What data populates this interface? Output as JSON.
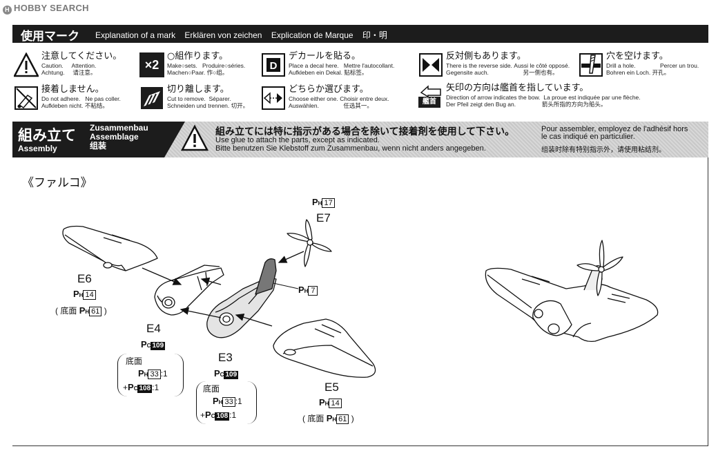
{
  "watermark": "HOBBY SEARCH",
  "mark_bar": {
    "title_jp": "使用マーク",
    "langs": [
      "Explanation of a mark",
      "Erklären von zeichen",
      "Explication  de Marque",
      "印・明"
    ]
  },
  "legend": {
    "caution": {
      "jp": "注意してください。",
      "en": "Caution.",
      "fr": "Attention.",
      "de": "Achtung.",
      "cn": "请注意。"
    },
    "pair": {
      "badge": "×2",
      "jp": "○組作ります。",
      "en": "Make○sets.",
      "fr": "Produire○séries.",
      "de": "Machen○Paar.",
      "cn": "作○组。"
    },
    "decal": {
      "jp": "デカールを貼る。",
      "en": "Place a decal here.",
      "fr": "Mettre l'autocollant.",
      "de": "Aufkleben ein Dekal.",
      "cn": "贴标签。"
    },
    "reverse": {
      "jp": "反対側もあります。",
      "en": "There is the reverse side.",
      "fr": "Aussi le côté opposé.",
      "de": "Gegensite auch.",
      "cn": "另一侧也有。"
    },
    "drill": {
      "jp": "穴を空けます。",
      "en": "Drill a hole.",
      "fr": "Percer un trou.",
      "de": "Bohren ein Loch.",
      "cn": "开孔。"
    },
    "no_adhere": {
      "jp": "接着しません。",
      "en": "Do not adhere.",
      "fr": "Ne pas coller.",
      "de": "Aufkleben nicht.",
      "cn": "不粘结。"
    },
    "cut": {
      "jp": "切り離します。",
      "en": "Cut to remove.",
      "fr": "Séparer.",
      "de": "Schneiden und trennen.",
      "cn": "切开。"
    },
    "choose": {
      "jp": "どちらか選びます。",
      "en": "Choose either one.",
      "fr": "Choisir entre deux.",
      "de": "Auswählen.",
      "cn": "任选其一。"
    },
    "bow": {
      "badge": "艦首",
      "jp": "矢印の方向は艦首を指しています。",
      "en": "Direction of arrow indicates the bow.",
      "fr": "La proue est indiquée par une flèche.",
      "de": "Der Pfeil zeigt den Bug an.",
      "cn": "箭头所指的方向为船头。"
    }
  },
  "assembly": {
    "title_jp": "組み立て",
    "title_en": "Assembly",
    "title_de": "Zusammenbau",
    "title_fr": "Assemblage",
    "title_cn": "组装",
    "note_jp": "組み立てには特に指示がある場合を除いて接着剤を使用して下さい。",
    "note_en": "Use glue to attach the parts, except as indicated.",
    "note_de": "Bitte benutzen Sie Klebstoff zum Zusammenbau, wenn nicht anders angegeben.",
    "note_fr1": "Pour assembler, employez de l'adhésif hors",
    "note_fr2": "le cas indiqué en particulier.",
    "note_cn": "组装时除有特别指示外，请使用粘结剂。"
  },
  "section_title": "《ファルコ》",
  "parts": {
    "e7": {
      "label": "E7",
      "ref": "17"
    },
    "tail": {
      "ref": "7"
    },
    "e6": {
      "label": "E6",
      "ref": "14",
      "bottom_word": "底面",
      "bottom_ref": "61"
    },
    "e4": {
      "label": "E4",
      "ref": "109",
      "bottom_word": "底面",
      "ref_a": "33",
      "ratio": ":1",
      "ref_b": "108"
    },
    "e3": {
      "label": "E3",
      "ref": "109",
      "bottom_word": "底面",
      "ref_a": "33",
      "ratio": ":1",
      "ref_b": "108"
    },
    "e5": {
      "label": "E5",
      "ref": "14",
      "bottom_word": "底面",
      "bottom_ref": "61"
    }
  },
  "paint": {
    "p": "P",
    "h": "H",
    "c": "C",
    "plus": "+",
    "open": "(",
    "close": ")"
  }
}
